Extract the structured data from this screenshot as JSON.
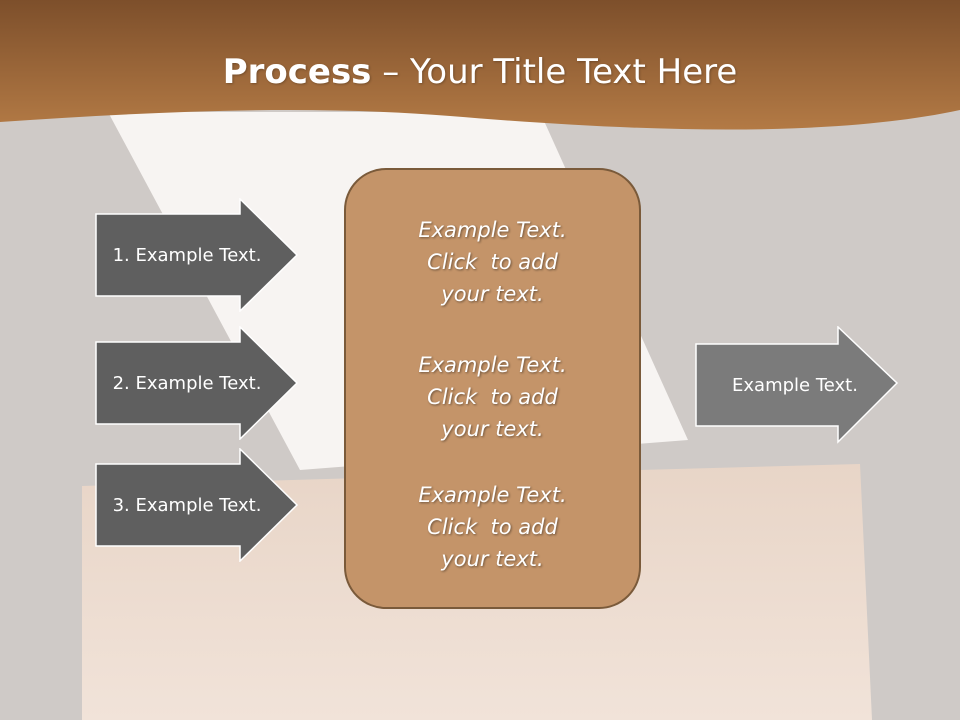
{
  "title": {
    "bold": "Process",
    "rest": " – Your Title Text Here"
  },
  "left_arrows": [
    {
      "label": "1. Example Text."
    },
    {
      "label": "2. Example Text."
    },
    {
      "label": "3. Example Text."
    }
  ],
  "center": {
    "blocks": [
      {
        "line1": "Example Text.",
        "line2": "Click  to add",
        "line3": "your text."
      },
      {
        "line1": "Example Text.",
        "line2": "Click  to add",
        "line3": "your text."
      },
      {
        "line1": "Example Text.",
        "line2": "Click  to add",
        "line3": "your text."
      }
    ]
  },
  "right_arrow": {
    "label": "Example Text."
  },
  "colors": {
    "header_brown": "#a86f3f",
    "center_box": "#c49469",
    "arrow_dark": "#5f5f5f",
    "arrow_right": "#7b7b7b",
    "background": "#cfcac7"
  }
}
